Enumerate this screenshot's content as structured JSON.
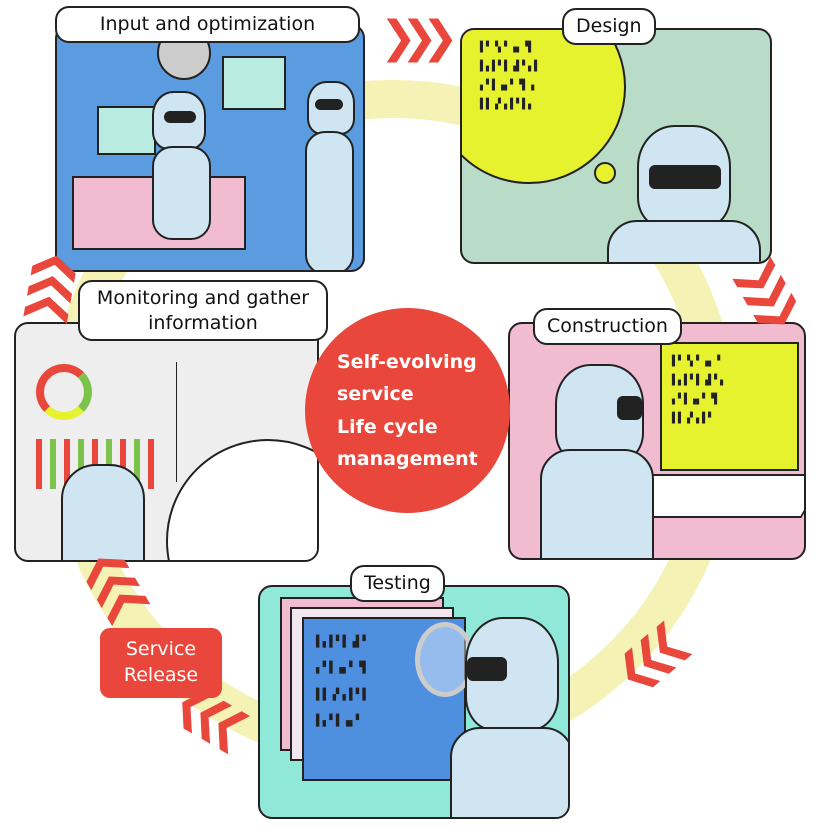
{
  "center": {
    "lines": [
      "Self-evolving",
      "service",
      "Life cycle",
      "management"
    ]
  },
  "stages": {
    "input": "Input and optimization",
    "design": "Design",
    "construction": "Construction",
    "testing": "Testing",
    "monitoring": "Monitoring and gather information"
  },
  "release": {
    "lines": [
      "Service",
      "Release"
    ]
  },
  "colors": {
    "accent": "#e9473b",
    "ring": "#f4f2b4",
    "input_bg": "#5b9be0",
    "design_bg": "#b9dcc8",
    "construction_bg": "#f2bcd0",
    "testing_bg": "#8fe8d8",
    "monitoring_bg": "#eeeeee"
  }
}
